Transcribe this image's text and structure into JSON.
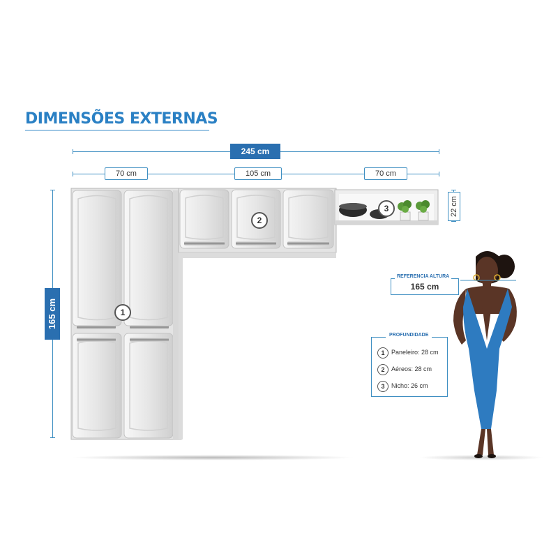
{
  "title": "DIMENSÕES EXTERNAS",
  "dimensions": {
    "total_width": "245 cm",
    "section_left": "70 cm",
    "section_middle": "105 cm",
    "section_right": "70 cm",
    "height": "165 cm",
    "niche_height": "22 cm"
  },
  "modules": {
    "paneleiro": "1",
    "aereos": "2",
    "nicho": "3"
  },
  "reference": {
    "title": "REFERENCIA ALTURA",
    "value": "165 cm"
  },
  "depth": {
    "title": "PROFUNDIDADE",
    "items": [
      {
        "num": "1",
        "label": "Paneleiro: 28 cm"
      },
      {
        "num": "2",
        "label": "Aéreos: 28 cm"
      },
      {
        "num": "3",
        "label": "Nicho: 26 cm"
      }
    ]
  },
  "colors": {
    "accent": "#2a6fb0",
    "title": "#2a80c4",
    "cabinet": "#ececec",
    "dress": "#2e7bc0",
    "skin": "#5a3526"
  }
}
